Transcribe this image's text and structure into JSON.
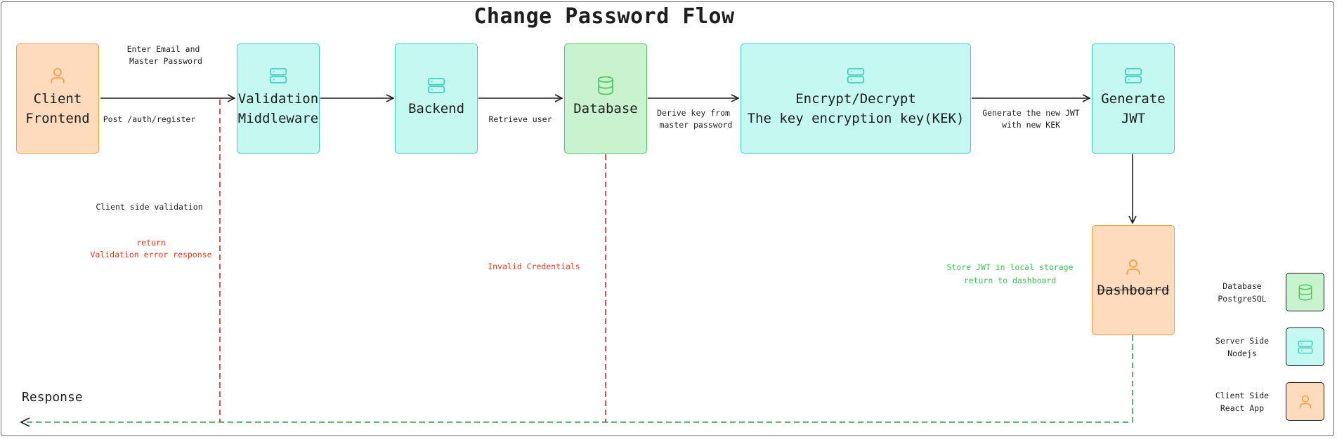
{
  "title": "Change Password Flow",
  "nodes": {
    "client": {
      "line1": "Client",
      "line2": "Frontend",
      "icon": "user-icon"
    },
    "validation": {
      "line1": "Validation",
      "line2": "Middleware",
      "icon": "server-icon"
    },
    "backend": {
      "line1": "Backend",
      "icon": "server-icon"
    },
    "database": {
      "line1": "Database",
      "icon": "database-icon"
    },
    "encrypt": {
      "line1": "Encrypt/Decrypt",
      "line2": "The key encryption key(KEK)",
      "icon": "server-icon"
    },
    "generate": {
      "line1": "Generate",
      "line2": "JWT",
      "icon": "server-icon"
    },
    "dashboard": {
      "line1": "Dashboard",
      "icon": "user-icon"
    }
  },
  "edges": {
    "enter_email": "Enter Email and\n Master Password",
    "post_register": "Post /auth/register",
    "retrieve_user": "Retrieve user",
    "derive_key": "Derive key from\n master password",
    "generate_jwt": "Generate the new JWT\nwith new KEK",
    "client_validation": "Client side validation",
    "return_error": "return\nValidation error response",
    "invalid_credentials": "Invalid Credentials",
    "store_jwt": "Store JWT in local storage\nreturn to dashboard",
    "response": "Response"
  },
  "legend": {
    "database": "Database\nPostgreSQL",
    "server": "Server Side\nNodejs",
    "client": "Client Side\nReact App"
  },
  "colors": {
    "orange_fill": "#ffdbbd",
    "orange_stroke": "#f59e42",
    "cyan_fill": "#c4f8f1",
    "cyan_stroke": "#3fcfc0",
    "green_fill": "#c9f2cf",
    "green_stroke": "#4fc764",
    "error_red": "#e03c1f",
    "success_green": "#40c057"
  }
}
